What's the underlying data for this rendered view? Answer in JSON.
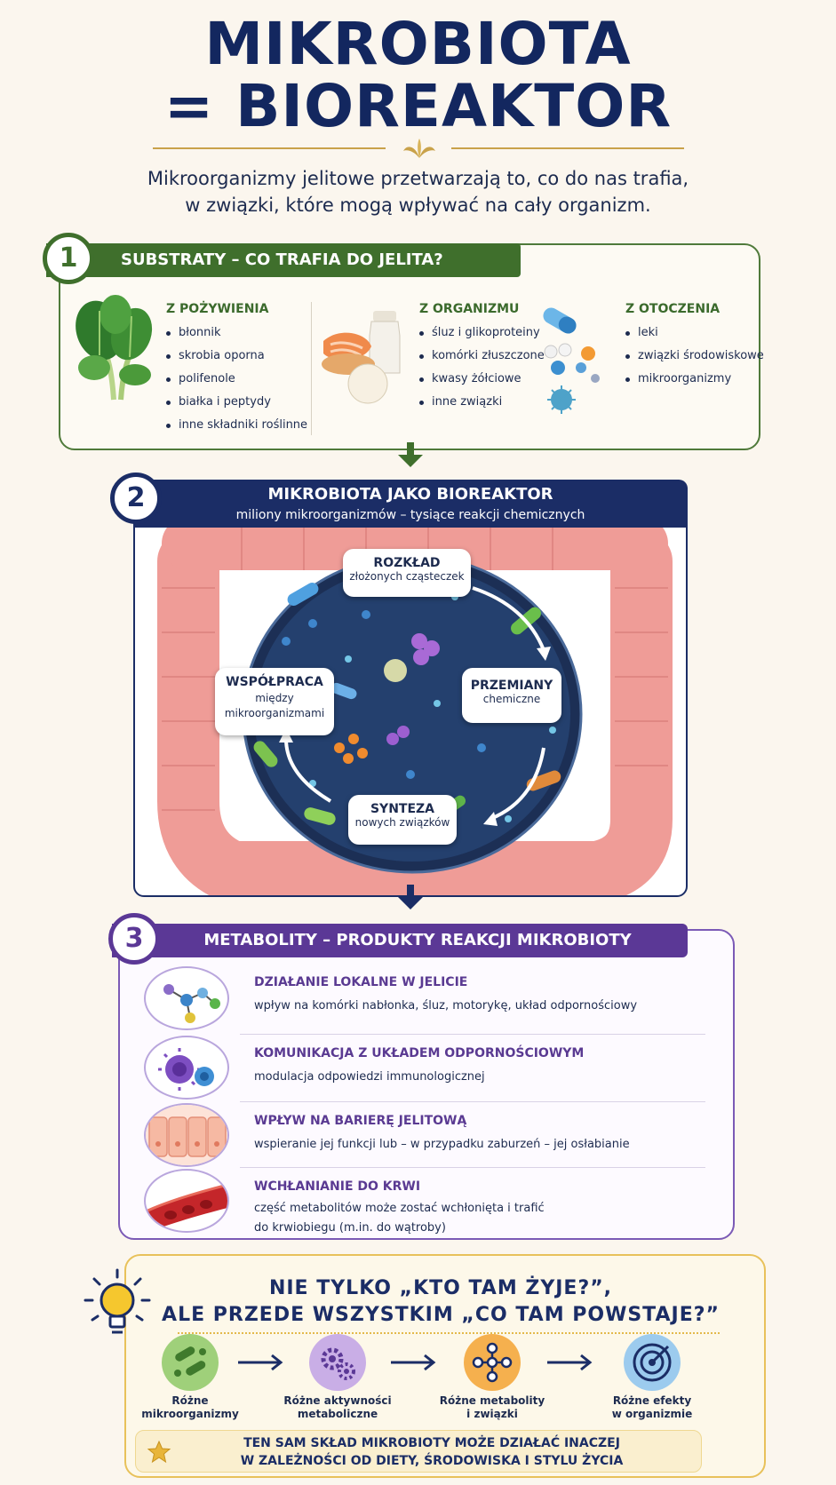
{
  "header": {
    "title_line1": "MIKROBIOTA",
    "title_line2": "= BIOREAKTOR",
    "subtitle_line1": "Mikroorganizmy jelitowe przetwarzają to, co do nas trafia,",
    "subtitle_line2": "w związki, które mogą wpływać na cały organizm."
  },
  "colors": {
    "navy": "#13275f",
    "green": "#3f6f2c",
    "purple": "#6a3fa0",
    "gold": "#e8c15a"
  },
  "section1": {
    "number": "1",
    "title": "SUBSTRATY – CO TRAFIA DO JELITA?",
    "columns": [
      {
        "heading": "Z POŻYWIENIA",
        "icon": "spinach-icon",
        "items": [
          "błonnik",
          "skrobia oporna",
          "polifenole",
          "białka i peptydy",
          "inne składniki roślinne"
        ]
      },
      {
        "heading": "Z ORGANIZMU",
        "icon": "food-icon",
        "items": [
          "śluz i glikoproteiny",
          "komórki złuszczone",
          "kwasy żółciowe",
          "inne związki"
        ]
      },
      {
        "heading": "Z OTOCZENIA",
        "icon": "pill-virus-icon",
        "items": [
          "leki",
          "związki środowiskowe",
          "mikroorganizmy"
        ]
      }
    ]
  },
  "section2": {
    "number": "2",
    "title": "MIKROBIOTA JAKO BIOREAKTOR",
    "subtitle": "miliony mikroorganizmów – tysiące reakcji chemicznych",
    "bubbles": [
      {
        "title": "ROZKŁAD",
        "text": "złożonych cząsteczek"
      },
      {
        "title": "PRZEMIANY",
        "text": "chemiczne"
      },
      {
        "title": "SYNTEZA",
        "text": "nowych związków"
      },
      {
        "title": "WSPÓŁPRACA",
        "text1": "między",
        "text2": "mikroorganizmami"
      }
    ]
  },
  "section3": {
    "number": "3",
    "title": "METABOLITY – PRODUKTY REAKCJI MIKROBIOTY",
    "rows": [
      {
        "title": "DZIAŁANIE LOKALNE W JELICIE",
        "text1": "wpływ na komórki nabłonka, śluz, motorykę, układ odpornościowy",
        "text2": "",
        "icon": "molecule-icon"
      },
      {
        "title": "KOMUNIKACJA Z UKŁADEM ODPORNOŚCIOWYM",
        "text1": "modulacja odpowiedzi immunologicznej",
        "text2": "",
        "icon": "immune-cell-icon"
      },
      {
        "title": "WPŁYW NA BARIERĘ JELITOWĄ",
        "text1": "wspieranie jej funkcji lub – w przypadku zaburzeń – jej osłabianie",
        "text2": "",
        "icon": "epithelium-icon"
      },
      {
        "title": "WCHŁANIANIE DO KRWI",
        "text1": "część metabolitów może zostać wchłonięta i trafić",
        "text2": "do krwiobiegu (m.in. do wątroby)",
        "icon": "blood-vessel-icon"
      }
    ]
  },
  "section4": {
    "title_line1": "NIE TYLKO „KTO TAM ŻYJE?”,",
    "title_line2": "ALE PRZEDE WSZYSTKIM „CO TAM POWSTAJE?”",
    "steps": [
      {
        "line1": "Różne",
        "line2": "mikroorganizmy",
        "icon": "bacteria-icon"
      },
      {
        "line1": "Różne aktywności",
        "line2": "metaboliczne",
        "icon": "gears-icon"
      },
      {
        "line1": "Różne metabolity",
        "line2": "i związki",
        "icon": "network-icon"
      },
      {
        "line1": "Różne efekty",
        "line2": "w organizmie",
        "icon": "target-icon"
      }
    ],
    "footer_line1": "TEN SAM SKŁAD MIKROBIOTY MOŻE DZIAŁAĆ INACZEJ",
    "footer_line2": "W ZALEŻNOŚCI OD DIETY, ŚRODOWISKA I STYLU ŻYCIA"
  }
}
